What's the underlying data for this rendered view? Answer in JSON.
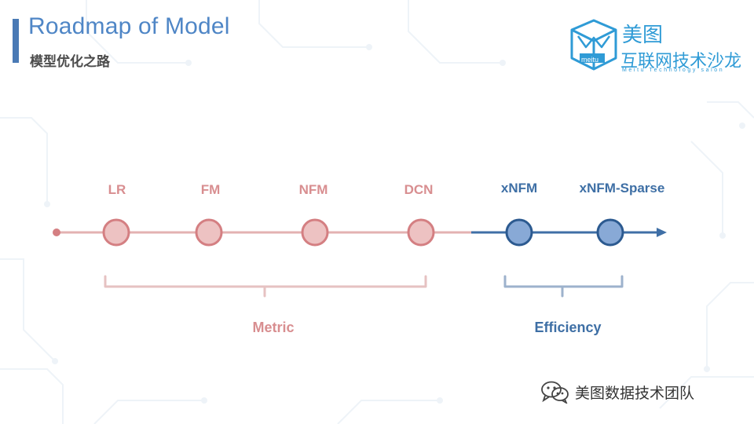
{
  "slide": {
    "title": "Roadmap of Model",
    "subtitle": "模型优化之路"
  },
  "logo": {
    "badge_text": "meitu",
    "cn_line1": "美图",
    "cn_line2": "互联网技术沙龙",
    "en_line": "Meitu Technology salon"
  },
  "roadmap": {
    "nodes": [
      {
        "label": "LR",
        "group": "metric"
      },
      {
        "label": "FM",
        "group": "metric"
      },
      {
        "label": "NFM",
        "group": "metric"
      },
      {
        "label": "DCN",
        "group": "metric"
      },
      {
        "label": "xNFM",
        "group": "efficiency"
      },
      {
        "label": "xNFM-Sparse",
        "group": "efficiency"
      }
    ],
    "groups": {
      "metric": {
        "label": "Metric"
      },
      "efficiency": {
        "label": "Efficiency"
      }
    }
  },
  "colors": {
    "metric_line": "#e3b2b2",
    "metric_fill": "#edc2c2",
    "metric_stroke": "#d47f82",
    "efficiency_line": "#3f6fa6",
    "efficiency_fill": "#88a9d6",
    "efficiency_stroke": "#2c5a90",
    "metric_bracket": "#e6c2c2",
    "efficiency_bracket": "#9db2cc"
  },
  "footer": {
    "wechat_icon": "wechat-icon",
    "text": "美图数据技术团队"
  }
}
